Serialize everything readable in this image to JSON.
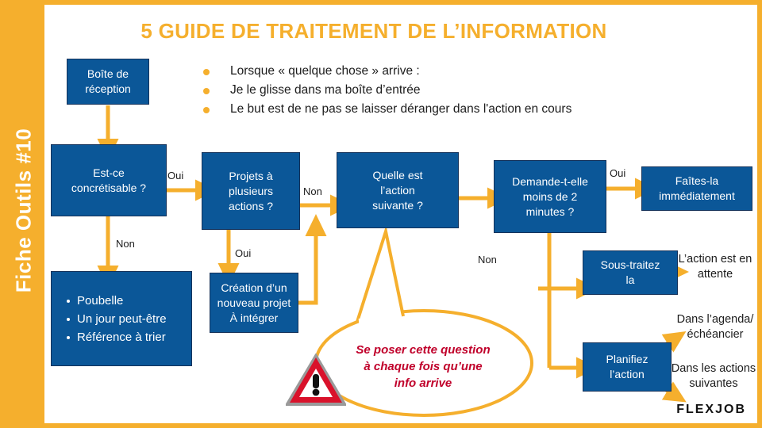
{
  "slide": {
    "title": "5 GUIDE DE TRAITEMENT DE L’INFORMATION",
    "sidebar_label": "Fiche Outils #10",
    "logo": "FLEXJOB",
    "colors": {
      "accent_orange": "#F5AF2D",
      "node_blue": "#0B5798",
      "alert_red": "#C0002A",
      "text_dark": "#1c1c1c",
      "page_white": "#ffffff"
    }
  },
  "intro_bullets": [
    "Lorsque « quelque chose » arrive :",
    "Je le glisse dans ma boîte d’entrée",
    "Le but est de ne pas se laisser déranger dans l'action en cours"
  ],
  "nodes": {
    "inbox": "Boîte de\nréception",
    "actionable": "Est-ce\nconcrétisable ?",
    "trash_list": [
      "Poubelle",
      "Un jour peut-être",
      "Référence à trier"
    ],
    "multi_action": "Projets à\nplusieurs\nactions ?",
    "new_project": "Création d’un\nnouveau projet\nÀ intégrer",
    "next_action": "Quelle est\nl’action\nsuivante ?",
    "two_minutes": "Demande-t-elle\nmoins de 2\nminutes ?",
    "do_now": "Faîtes-la\nimmédiatement",
    "delegate": "Sous-traitez\nla",
    "schedule": "Planifiez\nl’action"
  },
  "endpoints": {
    "waiting": "L’action est en\nattente",
    "calendar": "Dans l’agenda/\néchéancier",
    "next_actions": "Dans les actions\nsuivantes"
  },
  "edge_labels": {
    "actionable_yes": "Oui",
    "actionable_no": "Non",
    "multi_no": "Non",
    "multi_yes": "Oui",
    "two_min_yes": "Oui",
    "two_min_no": "Non"
  },
  "callout": {
    "icon": "warning-triangle-icon",
    "text": "Se poser cette question à chaque fois qu’une info arrive"
  }
}
